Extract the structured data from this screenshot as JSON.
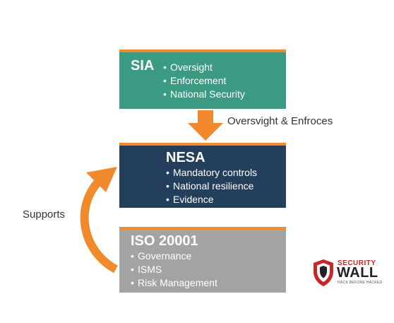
{
  "sia": {
    "title": "SIA",
    "items": [
      "Oversight",
      "Enforcement",
      "National Security"
    ]
  },
  "nesa": {
    "title": "NESA",
    "items": [
      "Mandatory controls",
      "National resilience",
      "Evidence"
    ]
  },
  "iso": {
    "title": "ISO 20001",
    "items": [
      "Governance",
      "ISMS",
      "Risk Management"
    ]
  },
  "labels": {
    "oversight": "Oversvight & Enfroces",
    "supports": "Supports"
  },
  "logo": {
    "line1": "SECURITY",
    "line2": "WALL",
    "tagline": "HACK BEFORE HACKED"
  },
  "colors": {
    "sia": "#3a9a82",
    "nesa": "#233f5b",
    "iso": "#a3a3a3",
    "accent": "#f08a2c",
    "logo_red": "#c8252c"
  }
}
